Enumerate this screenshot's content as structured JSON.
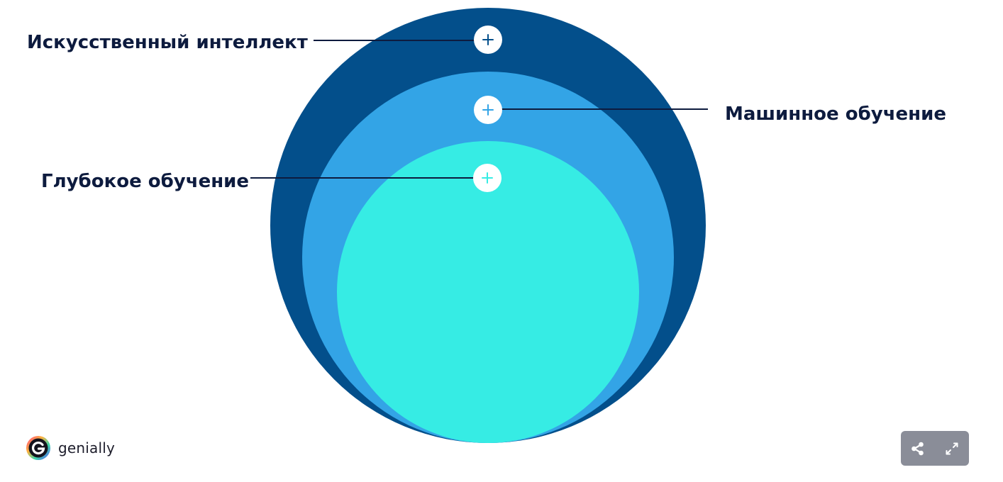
{
  "diagram": {
    "layers": [
      {
        "id": "ai",
        "label": "Искусственный интеллект",
        "color": "#034f8b"
      },
      {
        "id": "ml",
        "label": "Машинное обучение",
        "color": "#33a4e6"
      },
      {
        "id": "dl",
        "label": "Глубокое обучение",
        "color": "#36ece4"
      }
    ],
    "connector_color": "#0d1b3e",
    "hotspot_icon": "plus-icon"
  },
  "footer": {
    "brand": "genially"
  },
  "controls": {
    "share_icon": "share-icon",
    "fullscreen_icon": "expand-icon",
    "background": "#8a8d98"
  }
}
